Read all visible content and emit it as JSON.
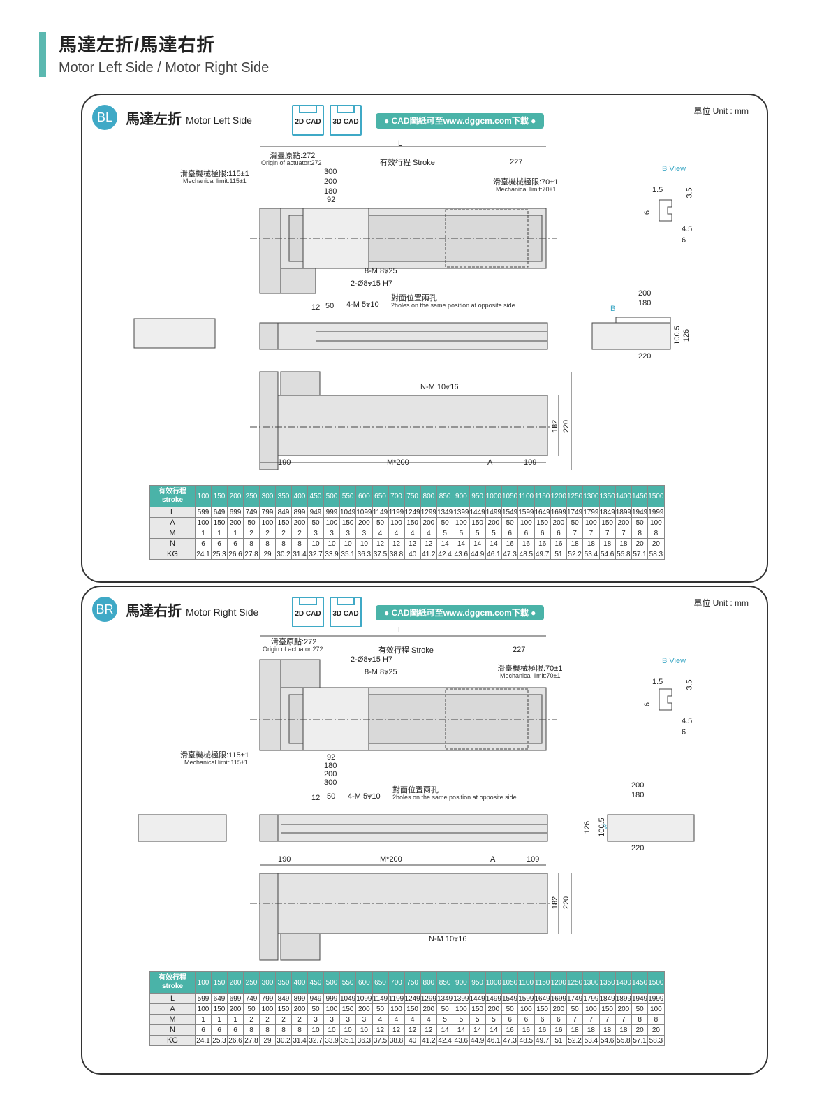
{
  "header": {
    "title_cn": "馬達左折/馬達右折",
    "title_en": "Motor Left Side / Motor Right Side"
  },
  "common": {
    "unit": "單位 Unit : mm",
    "cad2d": "2D CAD",
    "cad3d": "3D CAD",
    "cad_link": "● CAD圖紙可至www.dggcm.com下載 ●"
  },
  "panels": [
    {
      "badge": "BL",
      "title_cn": "馬達左折",
      "title_en": "Motor Left Side"
    },
    {
      "badge": "BR",
      "title_cn": "馬達右折",
      "title_en": "Motor Right Side"
    }
  ],
  "labels": {
    "L": "L",
    "origin_cn": "滑臺原點:272",
    "origin_en": "Origin of actuator:272",
    "stroke": "有效行程  Stroke",
    "d227": "227",
    "mech_left_cn": "滑臺機械極限:115±1",
    "mech_left_en": "Mechanical limit:115±1",
    "mech_right_cn": "滑臺機械極限:70±1",
    "mech_right_en": "Mechanical limit:70±1",
    "d300": "300",
    "d200": "200",
    "d180": "180",
    "d92": "92",
    "m8": "8-M 8⩔25",
    "pin": "2-Ø8⩔15 H7",
    "m5": "4-M 5⩔10",
    "d12": "12",
    "d50": "50",
    "opp_cn": "對面位置兩孔",
    "opp_en": "2holes on the same position at opposite side.",
    "n_m10": "N-M 10⩔16",
    "d190": "190",
    "dM200": "M*200",
    "dA": "A",
    "d109": "109",
    "d182": "182",
    "d220": "220",
    "bview": "B  View",
    "d1_5": "1.5",
    "d3_5": "3.5",
    "d6a": "6",
    "d4_5": "4.5",
    "d6b": "6",
    "B": "B",
    "e200": "200",
    "e180": "180",
    "e100_5": "100.5",
    "e126": "126",
    "e220": "220"
  },
  "spec_table": {
    "header_label": "有效行程 stroke",
    "strokes": [
      "100",
      "150",
      "200",
      "250",
      "300",
      "350",
      "400",
      "450",
      "500",
      "550",
      "600",
      "650",
      "700",
      "750",
      "800",
      "850",
      "900",
      "950",
      "1000",
      "1050",
      "1100",
      "1150",
      "1200",
      "1250",
      "1300",
      "1350",
      "1400",
      "1450",
      "1500"
    ],
    "rows": [
      {
        "name": "L",
        "values": [
          "599",
          "649",
          "699",
          "749",
          "799",
          "849",
          "899",
          "949",
          "999",
          "1049",
          "1099",
          "1149",
          "1199",
          "1249",
          "1299",
          "1349",
          "1399",
          "1449",
          "1499",
          "1549",
          "1599",
          "1649",
          "1699",
          "1749",
          "1799",
          "1849",
          "1899",
          "1949",
          "1999"
        ]
      },
      {
        "name": "A",
        "values": [
          "100",
          "150",
          "200",
          "50",
          "100",
          "150",
          "200",
          "50",
          "100",
          "150",
          "200",
          "50",
          "100",
          "150",
          "200",
          "50",
          "100",
          "150",
          "200",
          "50",
          "100",
          "150",
          "200",
          "50",
          "100",
          "150",
          "200",
          "50",
          "100"
        ]
      },
      {
        "name": "M",
        "values": [
          "1",
          "1",
          "1",
          "2",
          "2",
          "2",
          "2",
          "3",
          "3",
          "3",
          "3",
          "4",
          "4",
          "4",
          "4",
          "5",
          "5",
          "5",
          "5",
          "6",
          "6",
          "6",
          "6",
          "7",
          "7",
          "7",
          "7",
          "8",
          "8"
        ]
      },
      {
        "name": "N",
        "values": [
          "6",
          "6",
          "6",
          "8",
          "8",
          "8",
          "8",
          "10",
          "10",
          "10",
          "10",
          "12",
          "12",
          "12",
          "12",
          "14",
          "14",
          "14",
          "14",
          "16",
          "16",
          "16",
          "16",
          "18",
          "18",
          "18",
          "18",
          "20",
          "20"
        ]
      },
      {
        "name": "KG",
        "values": [
          "24.1",
          "25.3",
          "26.6",
          "27.8",
          "29",
          "30.2",
          "31.4",
          "32.7",
          "33.9",
          "35.1",
          "36.3",
          "37.5",
          "38.8",
          "40",
          "41.2",
          "42.4",
          "43.6",
          "44.9",
          "46.1",
          "47.3",
          "48.5",
          "49.7",
          "51",
          "52.2",
          "53.4",
          "54.6",
          "55.8",
          "57.1",
          "58.3"
        ]
      }
    ]
  }
}
